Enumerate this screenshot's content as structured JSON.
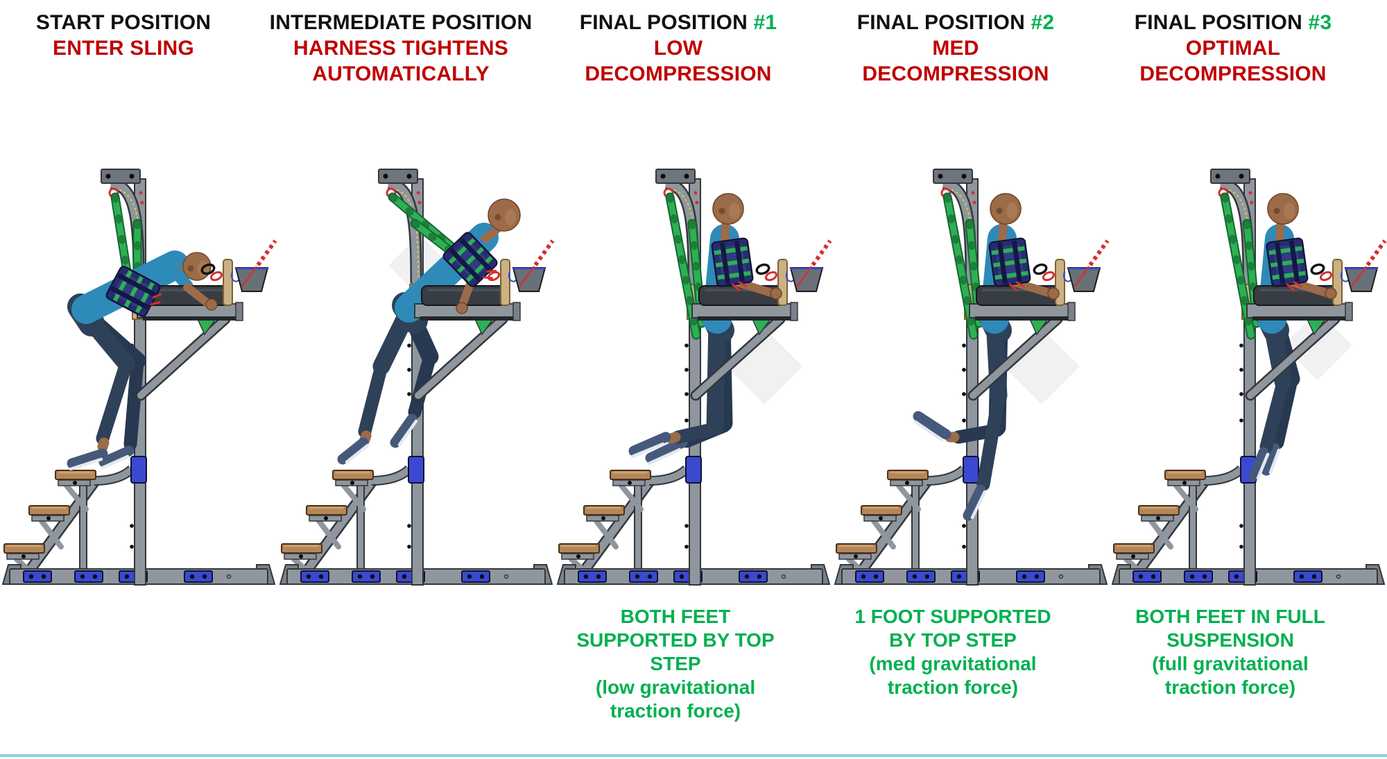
{
  "colors": {
    "title_black": "#111111",
    "title_red": "#C00000",
    "accent_green": "#00B050",
    "bottom_bar": "#87CFEA",
    "frame": "#8F969E",
    "frame_dark": "#33373C",
    "frame_cap": "#7A8189",
    "accent_blue": "#3A49D0",
    "step_wood": "#B3875C",
    "wood_dark": "#4A3014",
    "wood_light": "#CDA06F",
    "post_tan": "#CBB184",
    "strap_green": "#2DB054",
    "strap_dark": "#14662E",
    "pad": "#383D44",
    "pad_edge": "#15171A",
    "bowl": "#6A7077",
    "rope_red": "#D63031",
    "skin": "#9C6B49",
    "skin_dark": "#6E4527",
    "skin_light": "#B5835D",
    "shirt": "#2E8AB8",
    "pants": "#2F4158",
    "pants_dark": "#273850",
    "shoe": "#46597A",
    "sole": "#E3E9F0",
    "harness": "#262C6E",
    "harness_inner": "#323A82",
    "harness_dark": "#141847",
    "highlight": "#EFEFEF"
  },
  "panels": [
    {
      "title_black": "START POSITION",
      "title_accent": "",
      "subtitle_lines": [
        "ENTER SLING"
      ],
      "figure": "bent-forward-on-steps"
    },
    {
      "title_black": "INTERMEDIATE POSITION",
      "title_accent": "",
      "subtitle_lines": [
        "HARNESS TIGHTENS",
        "AUTOMATICALLY"
      ],
      "figure": "leaning-forward-feet-trailing"
    },
    {
      "title_black": "FINAL POSITION",
      "title_accent": "#1",
      "subtitle_lines": [
        "LOW",
        "DECOMPRESSION"
      ],
      "caption_lines": [
        "BOTH FEET",
        "SUPPORTED BY TOP",
        "STEP"
      ],
      "caption_sub_lines": [
        "(low gravitational",
        "traction force)"
      ],
      "figure": "upright-both-feet-on-top-step"
    },
    {
      "title_black": "FINAL POSITION",
      "title_accent": "#2",
      "subtitle_lines": [
        "MED",
        "DECOMPRESSION"
      ],
      "caption_lines": [
        "1 FOOT SUPPORTED",
        "BY TOP STEP"
      ],
      "caption_sub_lines": [
        "(med gravitational",
        "traction force)"
      ],
      "figure": "upright-one-foot-on-top-step"
    },
    {
      "title_black": "FINAL POSITION",
      "title_accent": "#3",
      "subtitle_lines": [
        "OPTIMAL",
        "DECOMPRESSION"
      ],
      "caption_lines": [
        "BOTH FEET IN FULL",
        "SUSPENSION"
      ],
      "caption_sub_lines": [
        "(full gravitational",
        "traction force)"
      ],
      "figure": "upright-full-suspension"
    }
  ]
}
